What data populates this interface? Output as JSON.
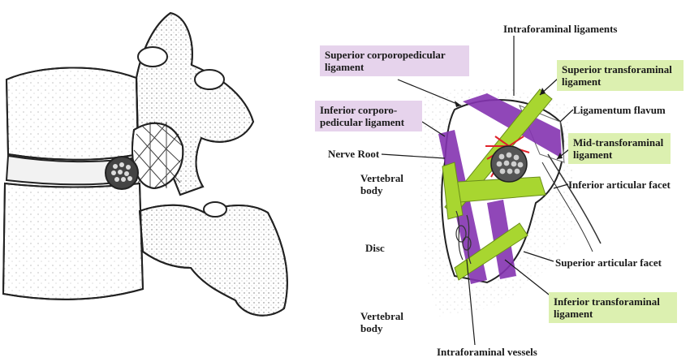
{
  "colors": {
    "purple_box": "#e6d3ec",
    "green_box": "#dcf0b0",
    "green_ligament": "#a8d630",
    "purple_ligament": "#8433b0",
    "vessel_red": "#e0222a",
    "ink": "#1a1a1a"
  },
  "labels": {
    "intraforaminal_ligaments": "Intraforaminal ligaments",
    "superior_corporopedicular": "Superior corporopedicular\nligament",
    "superior_transforaminal": "Superior transforaminal\nligament",
    "ligamentum_flavum": "Ligamentum flavum",
    "inferior_corporopedicular": "Inferior corporo-\npedicular ligament",
    "mid_transforaminal": "Mid-transforaminal\nligament",
    "nerve_root": "Nerve Root",
    "vertebral_body_upper": "Vertebral\nbody",
    "inferior_articular_facet": "Inferior articular facet",
    "disc": "Disc",
    "superior_articular_facet": "Superior articular facet",
    "inferior_transforaminal": "Inferior transforaminal\nligament",
    "vertebral_body_lower": "Vertebral\nbody",
    "intraforaminal_vessels": "Intraforaminal vessels"
  }
}
